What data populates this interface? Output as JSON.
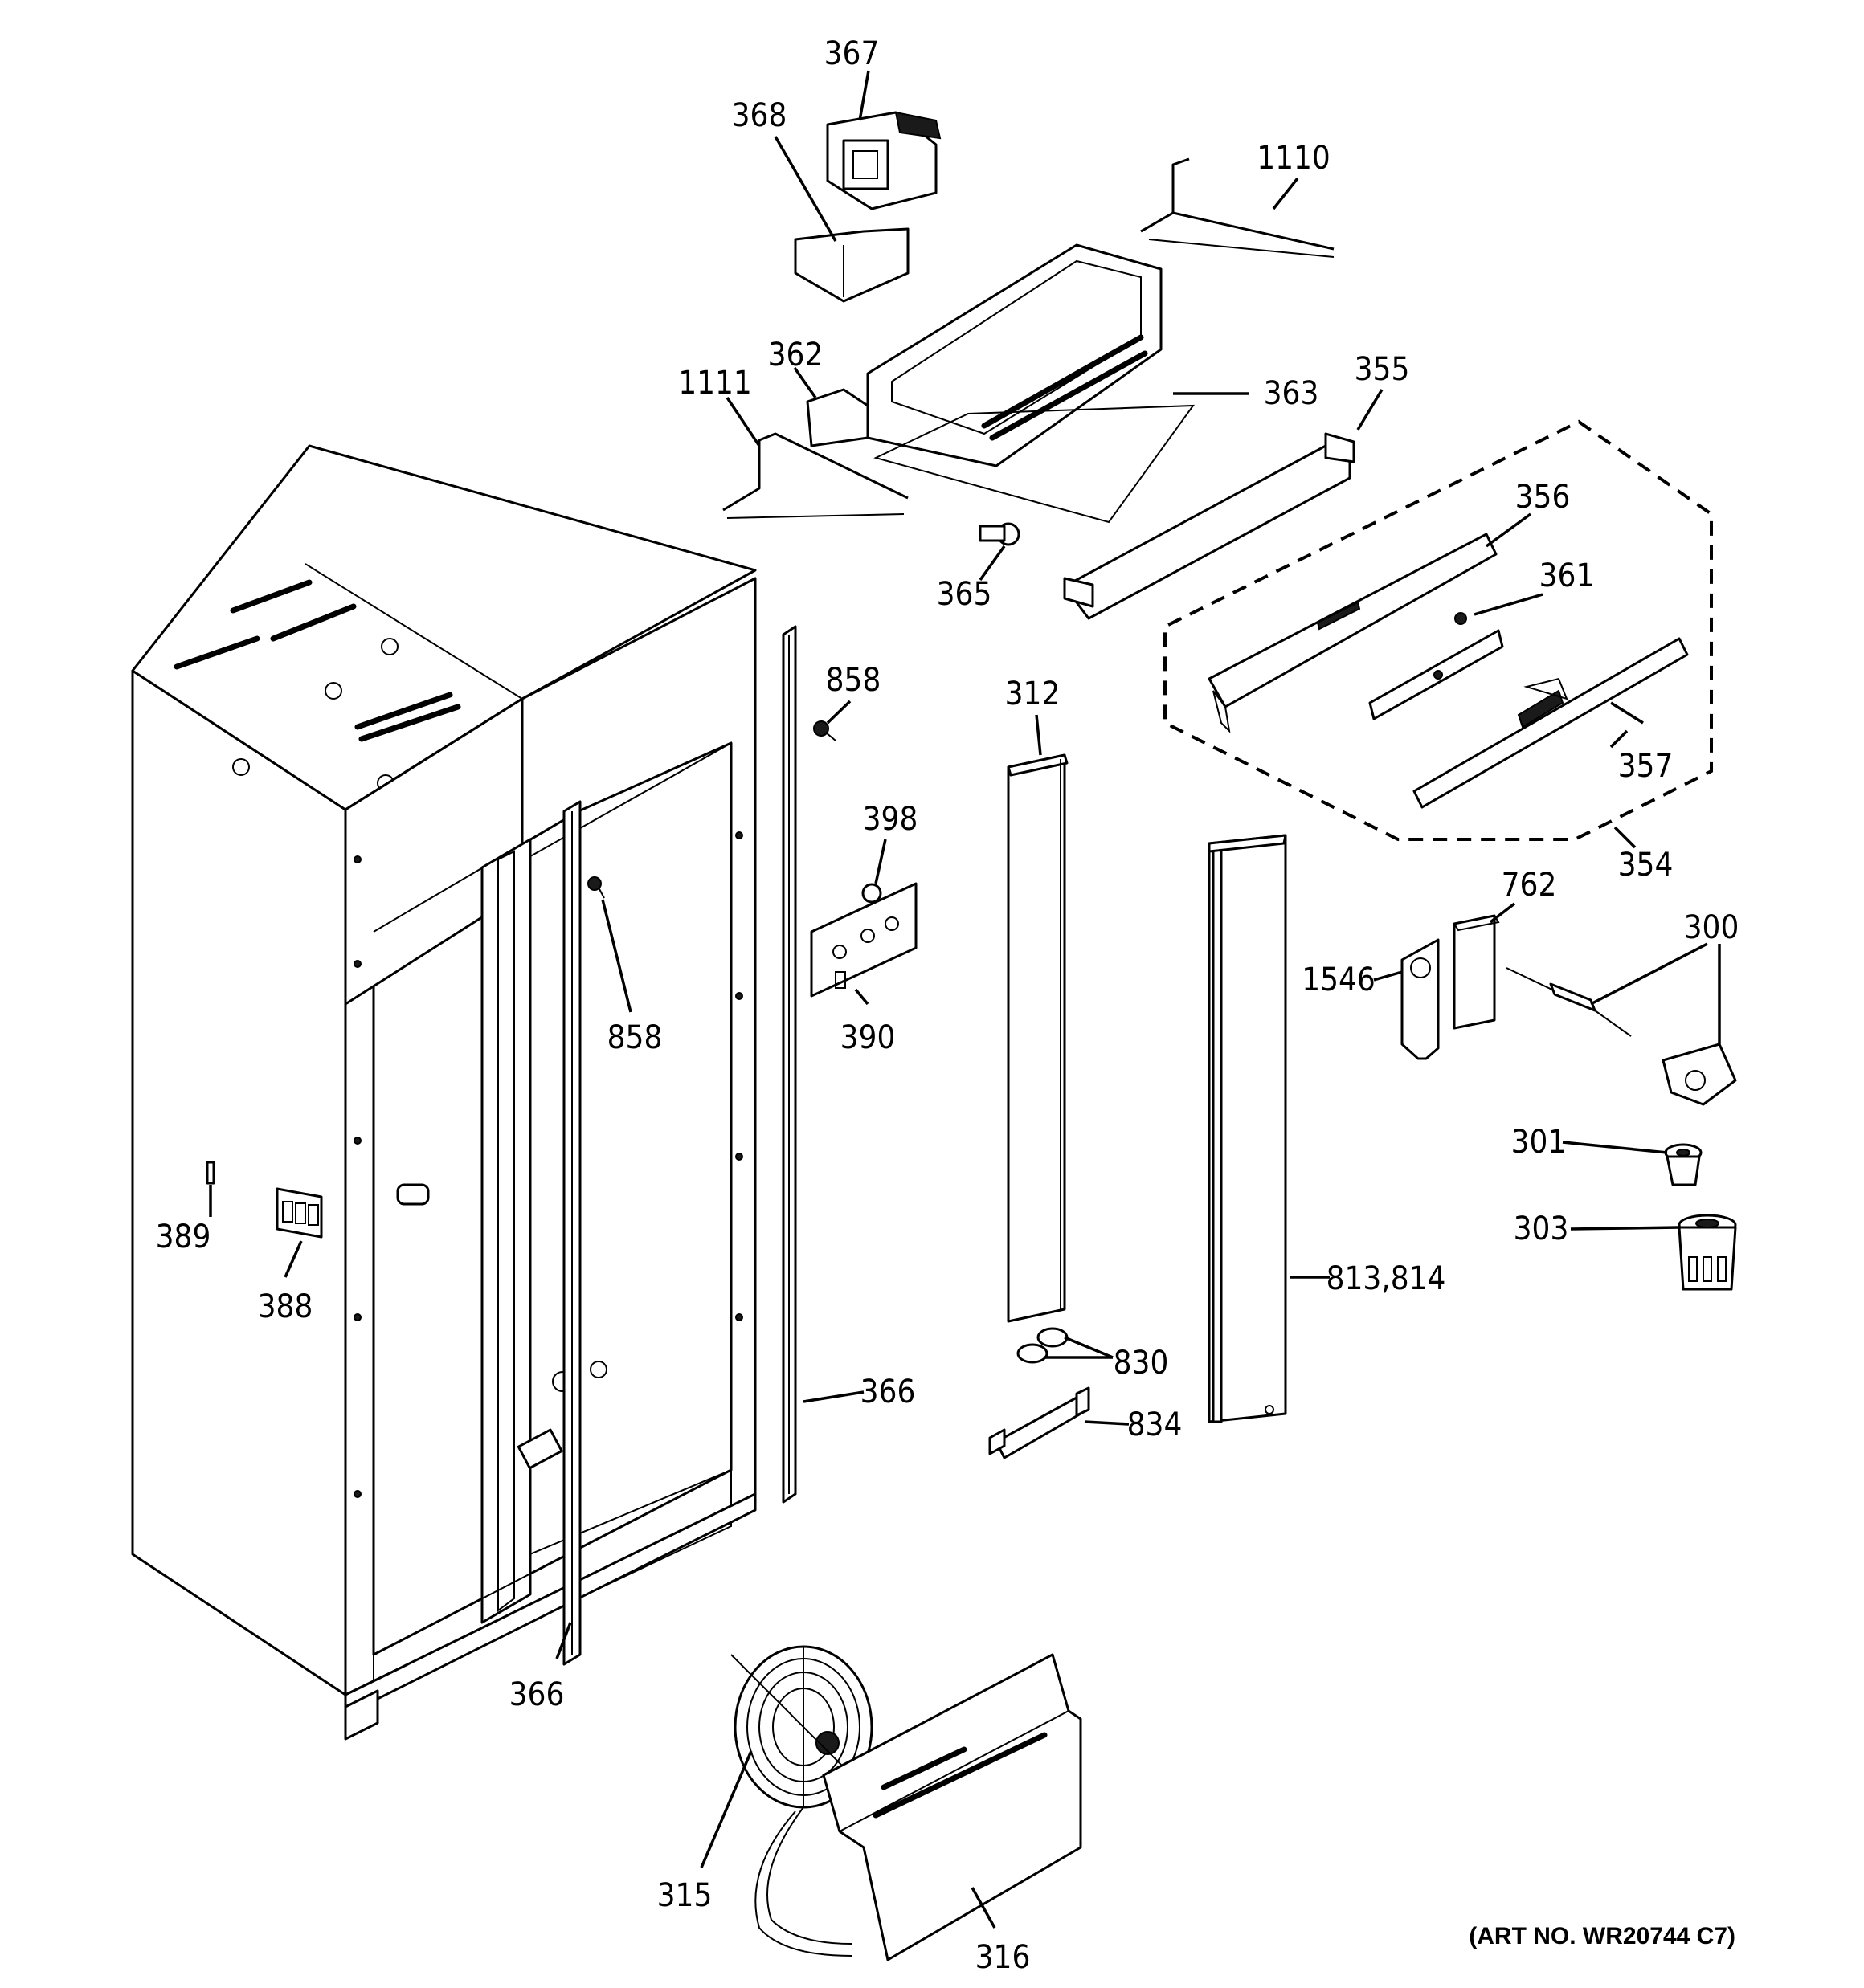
{
  "diagram": {
    "art_number": "(ART NO. WR20744 C7)",
    "callouts": {
      "c367": "367",
      "c368": "368",
      "c1110": "1110",
      "c362": "362",
      "c363": "363",
      "c1111": "1111",
      "c355": "355",
      "c365": "365",
      "c356": "356",
      "c361": "361",
      "c312": "312",
      "c858a": "858",
      "c398": "398",
      "c357": "357",
      "c354": "354",
      "c858b": "858",
      "c390": "390",
      "c762": "762",
      "c300": "300",
      "c1546": "1546",
      "c301": "301",
      "c303": "303",
      "c389": "389",
      "c388": "388",
      "c813814": "813,814",
      "c830": "830",
      "c834": "834",
      "c366a": "366",
      "c366b": "366",
      "c315": "315",
      "c316": "316"
    }
  }
}
